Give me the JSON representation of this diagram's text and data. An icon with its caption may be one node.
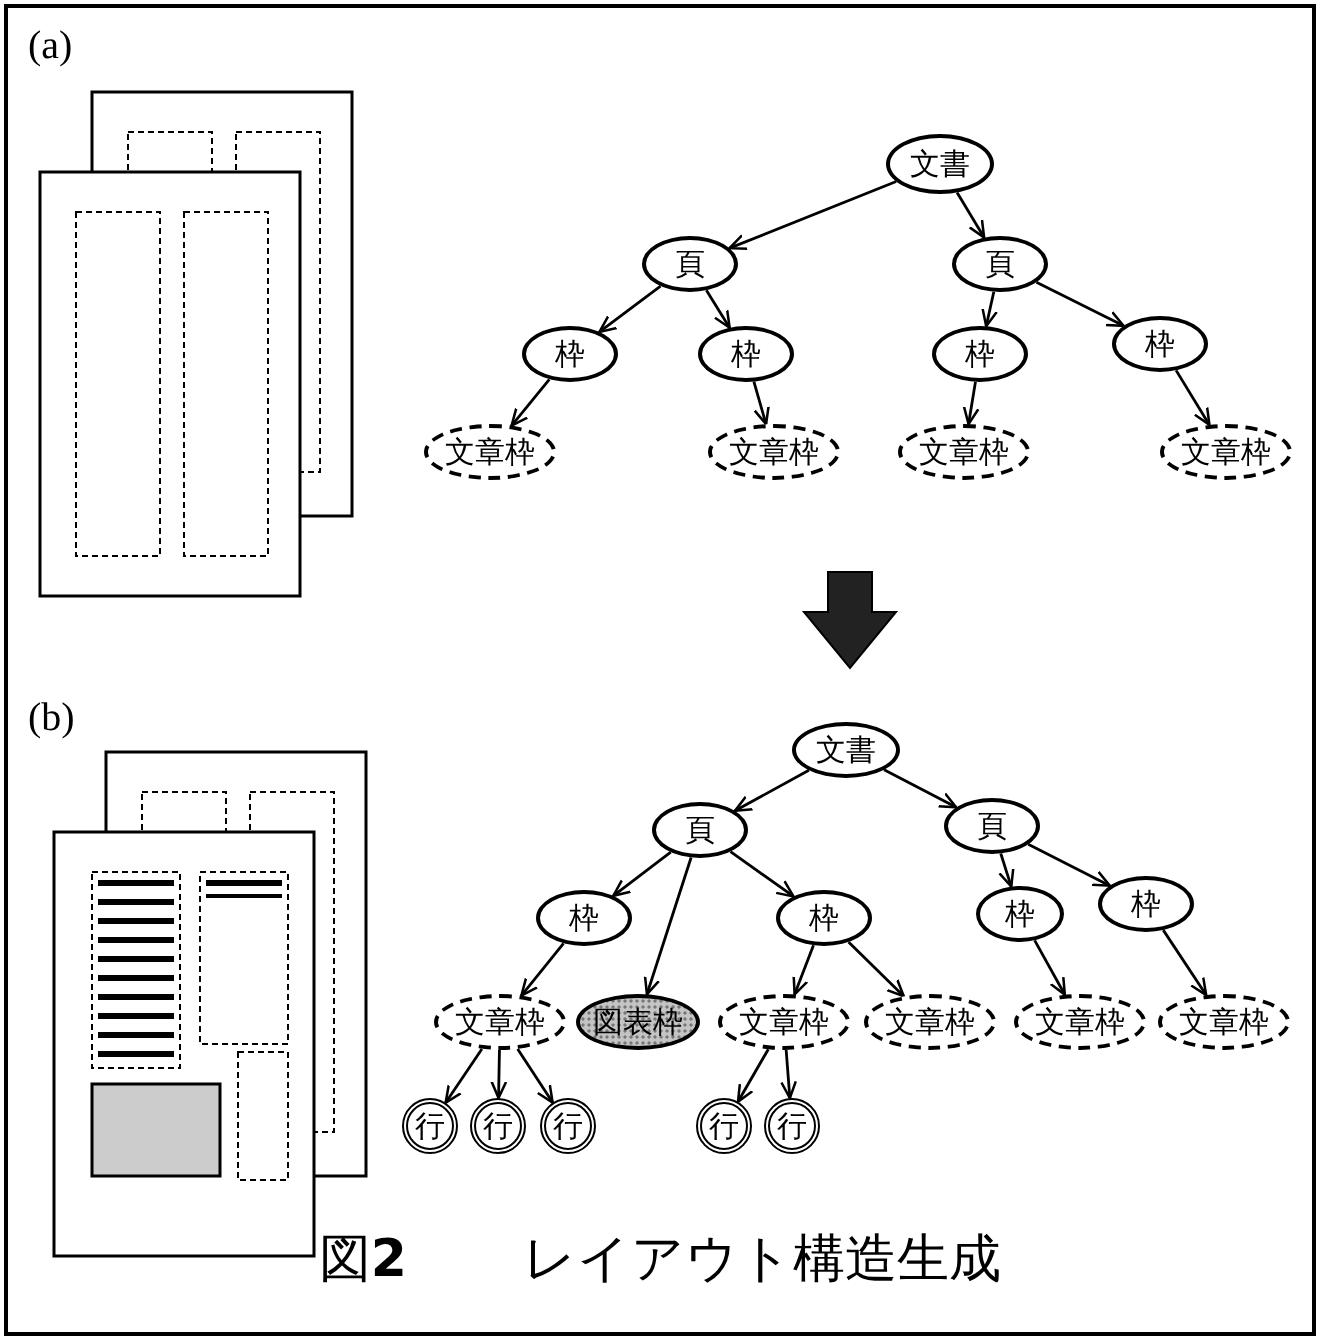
{
  "diagram": {
    "title": "図**2** レイアウト構造生成",
    "nodes": [
      {
        "text": [
          "文書"
        ]
      },
      {
        "text": [
          "頁"
        ]
      },
      {
        "text": [
          "頁"
        ]
      },
      {
        "text": [
          "枠"
        ]
      },
      {
        "text": [
          "枠"
        ]
      },
      {
        "text": [
          "枠"
        ]
      },
      {
        "text": [
          "枠"
        ]
      },
      {
        "text": [
          "文章枠"
        ]
      },
      {
        "text": [
          "文章枠"
        ]
      },
      {
        "text": [
          "文章枠"
        ]
      },
      {
        "text": [
          "文章枠"
        ]
      },
      {
        "text": [
          "文書"
        ]
      },
      {
        "text": [
          "頁"
        ]
      },
      {
        "text": [
          "頁"
        ]
      },
      {
        "text": [
          "枠"
        ]
      },
      {
        "text": [
          "枠"
        ]
      },
      {
        "text": [
          "枠"
        ]
      },
      {
        "text": [
          "枠"
        ]
      },
      {
        "text": [
          "文章枠"
        ]
      },
      {
        "text": [
          "図表枠"
        ]
      },
      {
        "text": [
          "文章枠"
        ]
      },
      {
        "text": [
          "文章枠"
        ]
      },
      {
        "text": [
          "文章枠"
        ]
      },
      {
        "text": [
          "文章枠"
        ]
      },
      {
        "text": [
          "行"
        ]
      },
      {
        "text": [
          "行"
        ]
      },
      {
        "text": [
          "行"
        ]
      },
      {
        "text": [
          "行"
        ]
      },
      {
        "text": [
          "行"
        ]
      }
    ],
    "edges": [
      {
        "from": 0,
        "to": 1,
        "arrow": "to"
      },
      {
        "from": 0,
        "to": 2,
        "arrow": "to"
      },
      {
        "from": 1,
        "to": 3,
        "arrow": "to"
      },
      {
        "from": 1,
        "to": 4,
        "arrow": "to"
      },
      {
        "from": 2,
        "to": 5,
        "arrow": "to"
      },
      {
        "from": 2,
        "to": 6,
        "arrow": "to"
      },
      {
        "from": 3,
        "to": 7,
        "arrow": "to"
      },
      {
        "from": 4,
        "to": 8,
        "arrow": "to"
      },
      {
        "from": 5,
        "to": 9,
        "arrow": "to"
      },
      {
        "from": 6,
        "to": 10,
        "arrow": "to"
      },
      {
        "from": 11,
        "to": 12,
        "arrow": "to"
      },
      {
        "from": 11,
        "to": 13,
        "arrow": "to"
      },
      {
        "from": 12,
        "to": 14,
        "arrow": "to"
      },
      {
        "from": 12,
        "to": 19,
        "arrow": "to"
      },
      {
        "from": 12,
        "to": 15,
        "arrow": "to"
      },
      {
        "from": 13,
        "to": 16,
        "arrow": "to"
      },
      {
        "from": 13,
        "to": 17,
        "arrow": "to"
      },
      {
        "from": 14,
        "to": 18,
        "arrow": "to"
      },
      {
        "from": 15,
        "to": 20,
        "arrow": "to"
      },
      {
        "from": 15,
        "to": 21,
        "arrow": "to"
      },
      {
        "from": 16,
        "to": 22,
        "arrow": "to"
      },
      {
        "from": 17,
        "to": 23,
        "arrow": "to"
      },
      {
        "from": 18,
        "to": 24,
        "arrow": "to"
      },
      {
        "from": 18,
        "to": 25,
        "arrow": "to"
      },
      {
        "from": 18,
        "to": 26,
        "arrow": "to"
      },
      {
        "from": 20,
        "to": 27,
        "arrow": "to"
      },
      {
        "from": 20,
        "to": 28,
        "arrow": "to"
      }
    ],
    "labels": [
      "(a)",
      "(b)"
    ]
  }
}
